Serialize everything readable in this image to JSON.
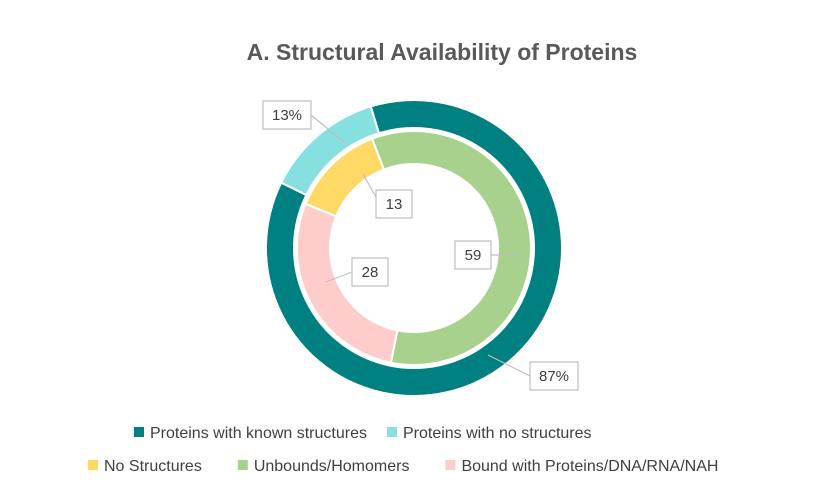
{
  "chart_data": {
    "type": "pie",
    "subtype": "nested-donut",
    "title": "A. Structural Availability of Proteins",
    "rings": [
      {
        "ring": "outer",
        "slices": [
          {
            "label": "Proteins with known structures",
            "value": 87,
            "display": "87%",
            "color": "#008080"
          },
          {
            "label": "Proteins with no structures",
            "value": 13,
            "display": "13%",
            "color": "#86E0E0"
          }
        ]
      },
      {
        "ring": "inner",
        "slices": [
          {
            "label": "Unbounds/Homomers",
            "value": 59,
            "display": "59",
            "color": "#A9D18E"
          },
          {
            "label": "Bound with Proteins/DNA/RNA/NAH",
            "value": 28,
            "display": "28",
            "color": "#FFCCCC"
          },
          {
            "label": "No Structures",
            "value": 13,
            "display": "13",
            "color": "#FFD966"
          }
        ]
      }
    ],
    "legend": {
      "position": "bottom",
      "rows": [
        [
          {
            "label": "Proteins with known structures",
            "color": "#008080"
          },
          {
            "label": "Proteins with no structures",
            "color": "#86E0E0"
          }
        ],
        [
          {
            "label": "No Structures",
            "color": "#FFD966"
          },
          {
            "label": "Unbounds/Homomers",
            "color": "#A9D18E"
          },
          {
            "label": "Bound with Proteins/DNA/RNA/NAH",
            "color": "#FFCCCC"
          }
        ]
      ]
    }
  }
}
